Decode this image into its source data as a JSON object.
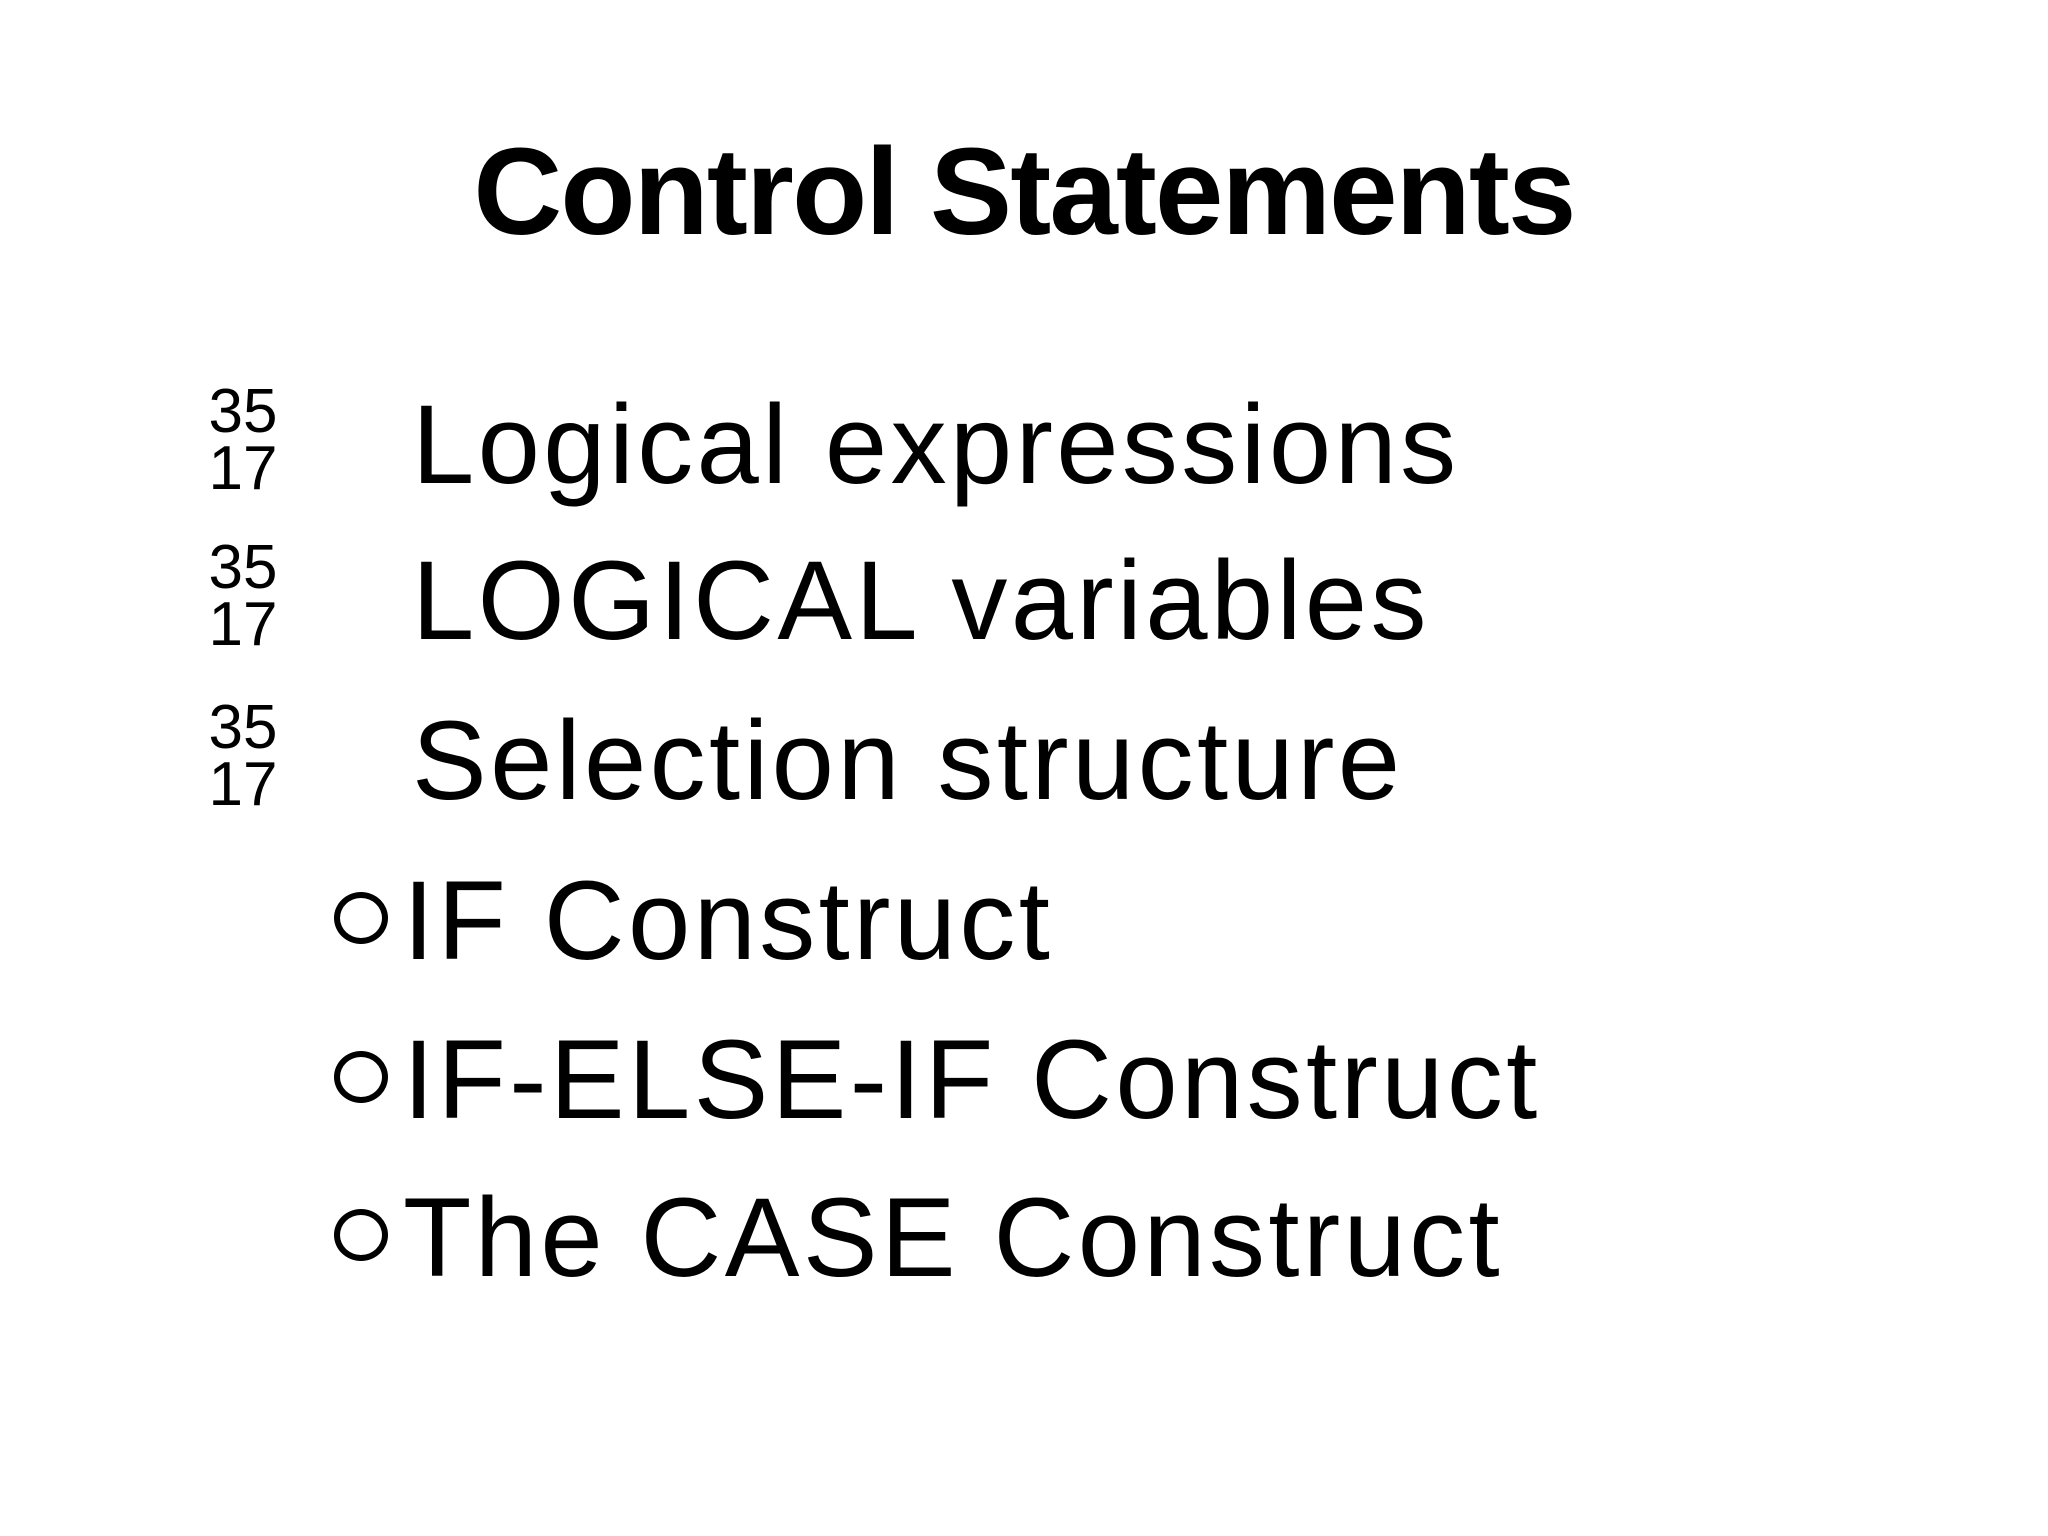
{
  "slide": {
    "title": "Control Statements",
    "bullets": [
      {
        "marker_top": "35",
        "marker_bottom": "17",
        "text": "Logical expressions"
      },
      {
        "marker_top": "35",
        "marker_bottom": "17",
        "text": "LOGICAL variables"
      },
      {
        "marker_top": "35",
        "marker_bottom": "17",
        "text": "Selection structure"
      },
      {
        "marker_icon": "circle-outline",
        "text": "IF Construct"
      },
      {
        "marker_icon": "circle-outline",
        "text": "IF-ELSE-IF Construct"
      },
      {
        "marker_icon": "circle-outline",
        "text": "The CASE Construct"
      }
    ],
    "colors": {
      "background": "#ffffff",
      "text": "#000000"
    }
  }
}
